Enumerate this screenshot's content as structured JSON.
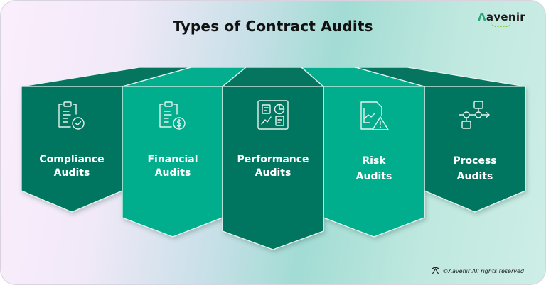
{
  "header": {
    "title": "Types of Contract Audits",
    "brand": "Aavenir"
  },
  "colors": {
    "dark_teal": "#05755f",
    "light_teal": "#02ae8d",
    "outline": "#e6f4ef",
    "title_text": "#111111"
  },
  "audits": [
    {
      "line1": "Compliance",
      "line2": "Audits",
      "icon": "clipboard-check-icon",
      "tone": "dark"
    },
    {
      "line1": "Financial",
      "line2": "Audits",
      "icon": "clipboard-dollar-icon",
      "tone": "light"
    },
    {
      "line1": "Performance",
      "line2": "Audits",
      "icon": "dashboard-report-icon",
      "tone": "dark"
    },
    {
      "line1": "Risk",
      "line2": "Audits",
      "icon": "chart-warning-icon",
      "tone": "light"
    },
    {
      "line1": "Process",
      "line2": "Audits",
      "icon": "process-flow-icon",
      "tone": "dark"
    }
  ],
  "footer": {
    "copyright": "©Aavenir All rights reserved"
  }
}
